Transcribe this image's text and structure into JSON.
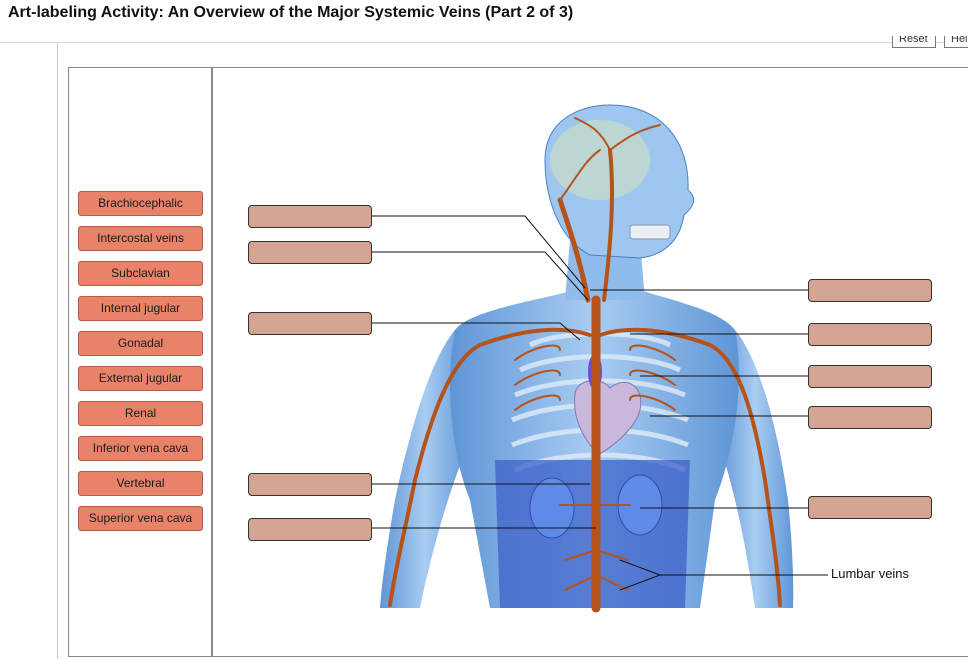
{
  "header": {
    "title": "Art-labeling Activity: An Overview of the Major Systemic Veins (Part 2 of 3)"
  },
  "toolbar": {
    "reset_label": "Reset",
    "help_label": "Help"
  },
  "label_bank": {
    "items": [
      {
        "label": "Brachiocephalic"
      },
      {
        "label": "Intercostal veins"
      },
      {
        "label": "Subclavian"
      },
      {
        "label": "Internal jugular"
      },
      {
        "label": "Gonadal"
      },
      {
        "label": "External jugular"
      },
      {
        "label": "Renal"
      },
      {
        "label": "Inferior vena cava"
      },
      {
        "label": "Vertebral"
      },
      {
        "label": "Superior vena cava"
      }
    ]
  },
  "figure": {
    "fixed_label": "Lumbar veins",
    "colors": {
      "body": "#7fb2e8",
      "vein": "#b5531b",
      "chip": "#e8836a",
      "target": "#d4a493"
    }
  }
}
